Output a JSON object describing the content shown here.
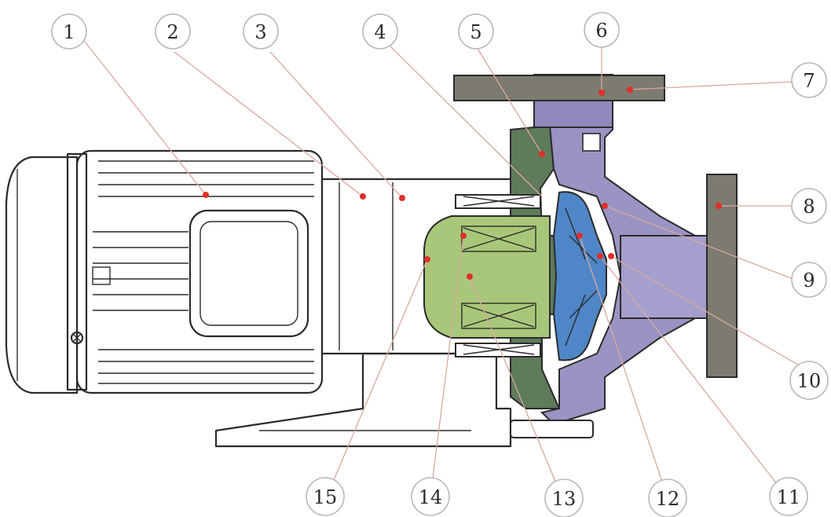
{
  "diagram": {
    "colors": {
      "background": "#ffffff",
      "outline": "#2b2b2b",
      "flange": "#7d7a70",
      "casing": "#9a94c4",
      "casing_dark": "#7f79b0",
      "rear_casing": "#5e7b5a",
      "impeller": "#4f86c8",
      "magnet": "#a9c77a",
      "leader": "#d8a8a0",
      "marker": "#e0302a"
    },
    "callouts": [
      {
        "label": "1"
      },
      {
        "label": "2"
      },
      {
        "label": "3"
      },
      {
        "label": "4"
      },
      {
        "label": "5"
      },
      {
        "label": "6"
      },
      {
        "label": "7"
      },
      {
        "label": "8"
      },
      {
        "label": "9"
      },
      {
        "label": "10"
      },
      {
        "label": "11"
      },
      {
        "label": "12"
      },
      {
        "label": "13"
      },
      {
        "label": "14"
      },
      {
        "label": "15"
      }
    ]
  }
}
